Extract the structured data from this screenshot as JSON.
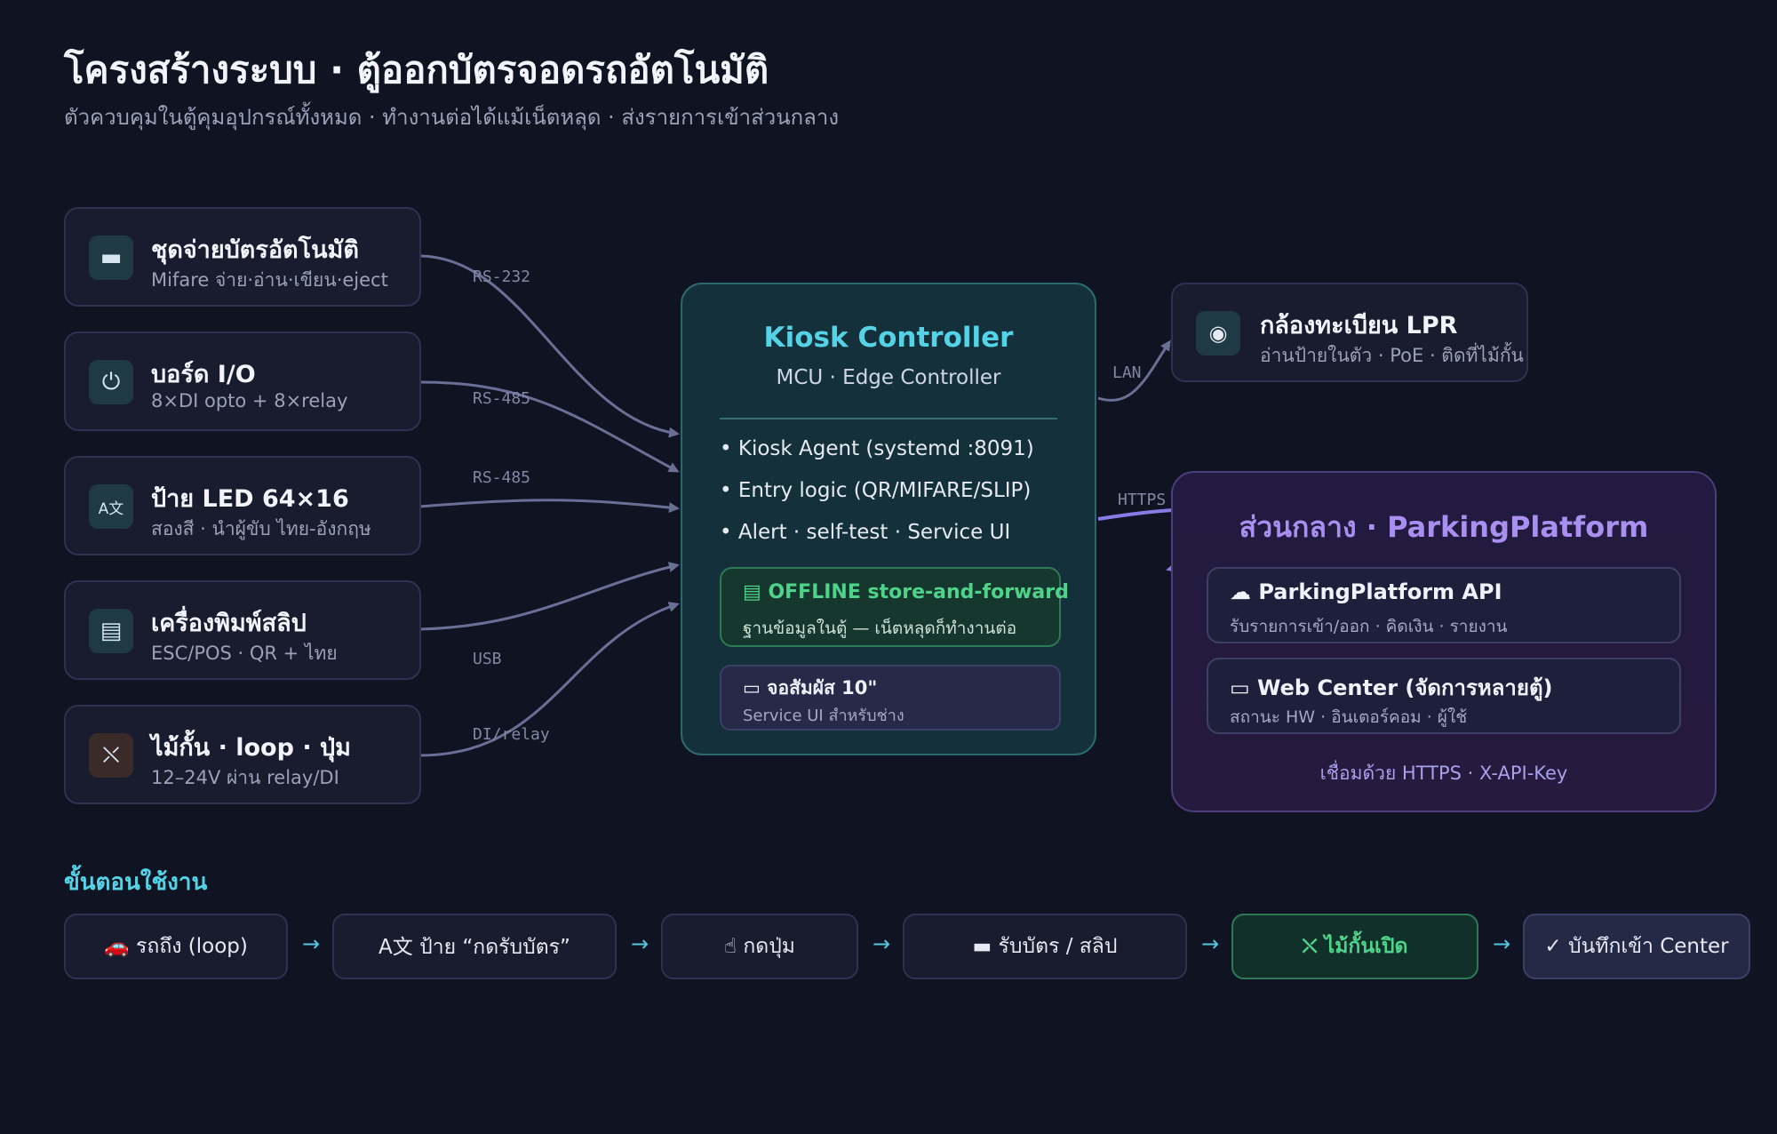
{
  "header": {
    "title": "โครงสร้างระบบ · ตู้ออกบัตรจอดรถอัตโนมัติ",
    "subtitle": "ตัวควบคุมในตู้คุมอุปกรณ์ทั้งหมด · ทำงานต่อได้แม้เน็ตหลุด · ส่งรายการเข้าส่วนกลาง"
  },
  "devices": [
    {
      "icon": "card-icon",
      "glyph": "▬",
      "name": "ชุดจ่ายบัตรอัตโนมัติ",
      "desc": "Mifare จ่าย·อ่าน·เขียน·eject",
      "link": "RS-232"
    },
    {
      "icon": "plug-icon",
      "glyph": "⏻",
      "name": "บอร์ด I/O",
      "desc": "8×DI opto + 8×relay",
      "link": "RS-485"
    },
    {
      "icon": "translate-sign-icon",
      "glyph": "A文",
      "name": "ป้าย LED 64×16",
      "desc": "สองสี · นำผู้ขับ ไทย-อังกฤษ",
      "link": "RS-485"
    },
    {
      "icon": "receipt-printer-icon",
      "glyph": "▤",
      "name": "เครื่องพิมพ์สลิป",
      "desc": "ESC/POS · QR + ไทย",
      "link": "USB"
    },
    {
      "icon": "barrier-icon",
      "glyph": "⛌",
      "name": "ไม้กั้น · loop · ปุ่ม",
      "desc": "12–24V ผ่าน relay/DI",
      "link": "DI/relay"
    }
  ],
  "controller": {
    "title": "Kiosk Controller",
    "subtitle": "MCU · Edge Controller",
    "bullets": [
      "• Kiosk Agent (systemd :8091)",
      "• Entry logic (QR/MIFARE/SLIP)",
      "• Alert · self-test · Service UI"
    ],
    "offline_title": "OFFLINE store-and-forward",
    "offline_sub": "ฐานข้อมูลในตู้ — เน็ตหลุดก็ทำงานต่อ",
    "touch_title": "จอสัมผัส 10\"",
    "touch_sub": "Service UI สำหรับช่าง"
  },
  "lpr": {
    "name": "กล้องทะเบียน LPR",
    "desc": "อ่านป้ายในตัว · PoE · ติดที่ไม้กั้น",
    "link": "LAN"
  },
  "central": {
    "link": "HTTPS",
    "title": "ส่วนกลาง · ParkingPlatform",
    "api_title": "ParkingPlatform API",
    "api_sub": "รับรายการเข้า/ออก · คิดเงิน · รายงาน",
    "web_title": "Web Center (จัดการหลายตู้)",
    "web_sub": "สถานะ HW · อินเตอร์คอม · ผู้ใช้",
    "footer": "เชื่อมด้วย HTTPS · X-API-Key"
  },
  "steps": {
    "title": "ขั้นตอนใช้งาน",
    "items": [
      {
        "icon": "car-icon",
        "label": "🚗 รถถึง (loop)"
      },
      {
        "icon": "sign-icon",
        "label": "A文 ป้าย “กดรับบัตร”"
      },
      {
        "icon": "hand-icon",
        "label": "☝ กดปุ่ม"
      },
      {
        "icon": "card-icon",
        "label": "▬ รับบัตร / สลิป"
      },
      {
        "icon": "barrier-open-icon",
        "label": "⛌ ไม้กั้นเปิด"
      },
      {
        "icon": "check-icon",
        "label": "✓ บันทึกเข้า Center"
      }
    ],
    "arrow": "→"
  },
  "colors": {
    "background": "#0f1322",
    "accent_cyan": "#55d3e6",
    "accent_green": "#4fd38a",
    "accent_purple": "#a98ff0",
    "wire": "#6a6f96"
  }
}
